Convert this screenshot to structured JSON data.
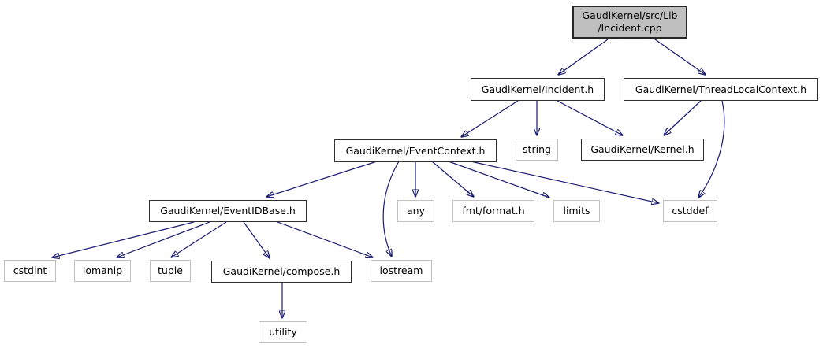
{
  "diagram": {
    "type": "include-dependency-graph",
    "description": "Doxygen-style include graph for GaudiKernel/src/Lib/Incident.cpp",
    "colors": {
      "edge": "#191970",
      "main_node_fill": "#bfbfbf",
      "internal_node_border": "#2e2e2e",
      "external_node_border": "#c2c2c2",
      "node_fill": "#ffffff",
      "background": "#ffffff",
      "text": "#000000"
    },
    "nodes": [
      {
        "id": "incident-cpp",
        "lines": [
          "GaudiKernel/src/Lib",
          "/Incident.cpp"
        ],
        "type": "main"
      },
      {
        "id": "incident-h",
        "label": "GaudiKernel/Incident.h",
        "type": "internal"
      },
      {
        "id": "thread-local-context-h",
        "label": "GaudiKernel/ThreadLocalContext.h",
        "type": "internal"
      },
      {
        "id": "event-context-h",
        "label": "GaudiKernel/EventContext.h",
        "type": "internal"
      },
      {
        "id": "string",
        "label": "string",
        "type": "external"
      },
      {
        "id": "kernel-h",
        "label": "GaudiKernel/Kernel.h",
        "type": "internal"
      },
      {
        "id": "event-id-base-h",
        "label": "GaudiKernel/EventIDBase.h",
        "type": "internal"
      },
      {
        "id": "any",
        "label": "any",
        "type": "external"
      },
      {
        "id": "fmt-format-h",
        "label": "fmt/format.h",
        "type": "external"
      },
      {
        "id": "limits",
        "label": "limits",
        "type": "external"
      },
      {
        "id": "cstddef",
        "label": "cstddef",
        "type": "external"
      },
      {
        "id": "cstdint",
        "label": "cstdint",
        "type": "external"
      },
      {
        "id": "iomanip",
        "label": "iomanip",
        "type": "external"
      },
      {
        "id": "tuple",
        "label": "tuple",
        "type": "external"
      },
      {
        "id": "compose-h",
        "label": "GaudiKernel/compose.h",
        "type": "internal"
      },
      {
        "id": "iostream",
        "label": "iostream",
        "type": "external"
      },
      {
        "id": "utility",
        "label": "utility",
        "type": "external"
      }
    ],
    "edges": [
      {
        "from": "incident-cpp",
        "to": "incident-h"
      },
      {
        "from": "incident-cpp",
        "to": "thread-local-context-h"
      },
      {
        "from": "incident-h",
        "to": "event-context-h"
      },
      {
        "from": "incident-h",
        "to": "string"
      },
      {
        "from": "incident-h",
        "to": "kernel-h"
      },
      {
        "from": "thread-local-context-h",
        "to": "kernel-h"
      },
      {
        "from": "thread-local-context-h",
        "to": "cstddef"
      },
      {
        "from": "event-context-h",
        "to": "event-id-base-h"
      },
      {
        "from": "event-context-h",
        "to": "any"
      },
      {
        "from": "event-context-h",
        "to": "fmt-format-h"
      },
      {
        "from": "event-context-h",
        "to": "limits"
      },
      {
        "from": "event-context-h",
        "to": "cstddef"
      },
      {
        "from": "event-context-h",
        "to": "iostream"
      },
      {
        "from": "event-id-base-h",
        "to": "cstdint"
      },
      {
        "from": "event-id-base-h",
        "to": "iomanip"
      },
      {
        "from": "event-id-base-h",
        "to": "tuple"
      },
      {
        "from": "event-id-base-h",
        "to": "compose-h"
      },
      {
        "from": "event-id-base-h",
        "to": "iostream"
      },
      {
        "from": "compose-h",
        "to": "utility"
      }
    ]
  }
}
